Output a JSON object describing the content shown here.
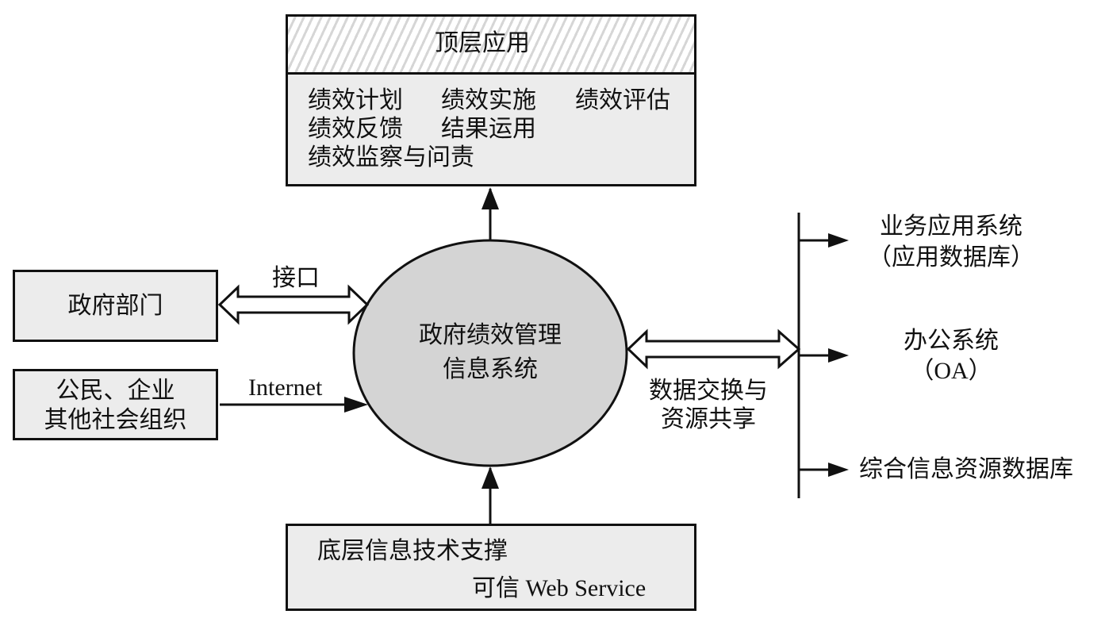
{
  "top_app": {
    "title": "顶层应用",
    "items": [
      "绩效计划",
      "绩效实施",
      "绩效评估",
      "绩效反馈",
      "结果运用",
      "绩效监察与问责"
    ]
  },
  "gov_dept": {
    "label": "政府部门"
  },
  "citizens": {
    "line1": "公民、企业",
    "line2": "其他社会组织"
  },
  "core": {
    "line1": "政府绩效管理",
    "line2": "信息系统"
  },
  "bottom": {
    "line1": "底层信息技术支撑",
    "line2": "可信 Web Service"
  },
  "links": {
    "interface": "接口",
    "internet": "Internet",
    "exchange_line1": "数据交换与",
    "exchange_line2": "资源共享"
  },
  "targets": {
    "business_line1": "业务应用系统",
    "business_line2": "（应用数据库）",
    "office_line1": "办公系统",
    "office_line2": "（OA）",
    "integrated": "综合信息资源数据库"
  }
}
